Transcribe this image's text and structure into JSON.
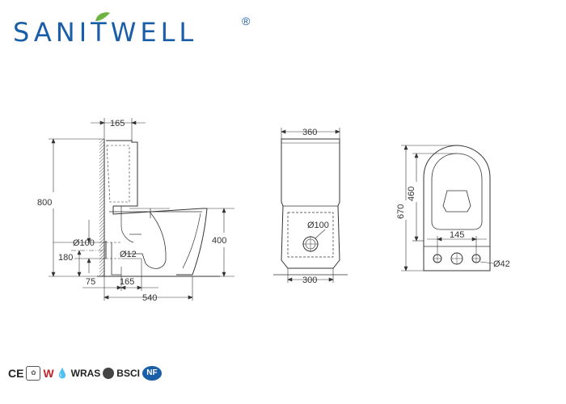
{
  "brand": {
    "name": "SANITWELL",
    "registered": "®"
  },
  "dimensions": {
    "side": {
      "tank_depth": "165",
      "height": "800",
      "inlet_dia": "Ø100",
      "inlet_height": "180",
      "outlet_dia": "Ø12",
      "seat_height": "400",
      "wall_offset": "75",
      "outlet_offset": "165",
      "length": "540"
    },
    "front": {
      "top_width": "360",
      "outlet_dia": "Ø100",
      "base_width": "300"
    },
    "top": {
      "total_depth": "670",
      "bowl_depth": "460",
      "hole_spacing": "145",
      "hole_dia": "Ø42"
    }
  },
  "certifications": {
    "ce": "CE",
    "wras": "WRAS",
    "bsci": "BSCI",
    "nf": "NF"
  },
  "colors": {
    "brand": "#1a5ea8",
    "leaf": "#6cb33f",
    "line": "#333333",
    "fill": "#ffffff"
  }
}
